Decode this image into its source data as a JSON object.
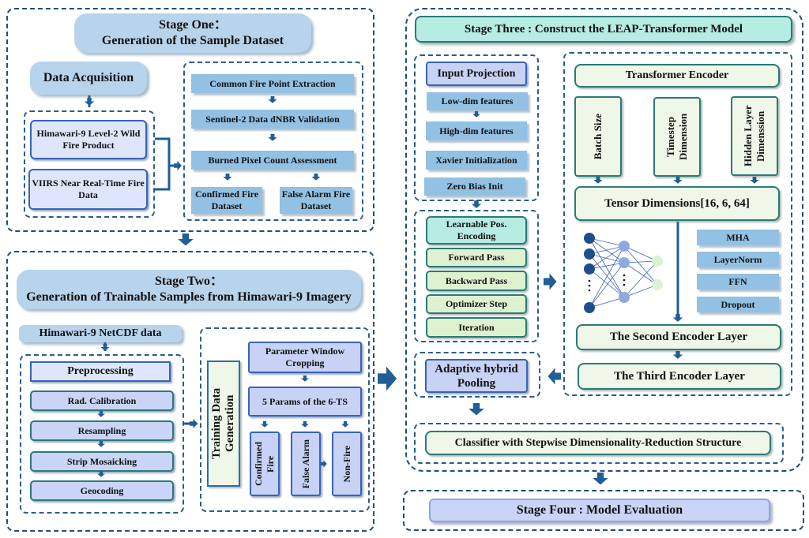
{
  "colors": {
    "arrow": "#1f5e96",
    "dash_border": "#1f4e79",
    "stage_title_blue": "#b8d3ec",
    "steel_box": "#92c1e4",
    "lavender_box": "#c7d2f5",
    "mint_box": "#eef7e8",
    "light_green_box": "#dff2d0",
    "aqua_box": "#b7ece2",
    "teal_border": "#2b7a77"
  },
  "stage1": {
    "title_line1": "Stage One：",
    "title_line2": "Generation of the Sample Dataset",
    "data_acquisition": "Data Acquisition",
    "sources": [
      "Himawari-9 Level-2 Wild Fire Product",
      "VIIRS Near Real-Time Fire Data"
    ],
    "steps": [
      "Common Fire Point Extraction",
      "Sentinel-2 Data dNBR Validation",
      "Burned Pixel Count Assessment"
    ],
    "outputs": [
      "Confirmed Fire Dataset",
      "False Alarm Fire Dataset"
    ]
  },
  "stage2": {
    "title_line1": "Stage Two：",
    "title_line2": "Generation of Trainable Samples from Himawari-9 Imagery",
    "netcdf": "Himawari-9 NetCDF data",
    "preprocessing": "Preprocessing",
    "pre_steps": [
      "Rad. Calibration",
      "Resampling",
      "Strip Mosaicking",
      "Geocoding"
    ],
    "training_gen": "Training Data Generation",
    "window_crop": "Parameter Window Cropping",
    "params": "5 Params of the 6-TS",
    "classes": [
      "Confirmed Fire",
      "False Alarm",
      "Non-Fire"
    ]
  },
  "stage3": {
    "title": "Stage Three : Construct the LEAP-Transformer Model",
    "input_projection": "Input Projection",
    "proj_steps": [
      "Low-dim features",
      "High-dim features",
      "Xavier Initialization",
      "Zero Bias Init"
    ],
    "pos_encoding": "Learnable Pos. Encoding",
    "train_steps": [
      "Forward Pass",
      "Backward Pass",
      "Optimizer Step",
      "Iteration"
    ],
    "pooling": "Adaptive hybrid Pooling",
    "encoder": "Transformer Encoder",
    "dims": [
      "Batch Size",
      "Timestep Dimension",
      "Hidden Layer Dimenssion"
    ],
    "tensor": "Tensor Dimensions[16, 6, 64]",
    "modules": [
      "MHA",
      "LayerNorm",
      "FFN",
      "Dropout"
    ],
    "layer2": "The Second Encoder Layer",
    "layer3": "The Third Encoder Layer",
    "classifier": "Classifier with Stepwise Dimensionality-Reduction Structure"
  },
  "stage4": {
    "title": "Stage Four : Model Evaluation"
  }
}
